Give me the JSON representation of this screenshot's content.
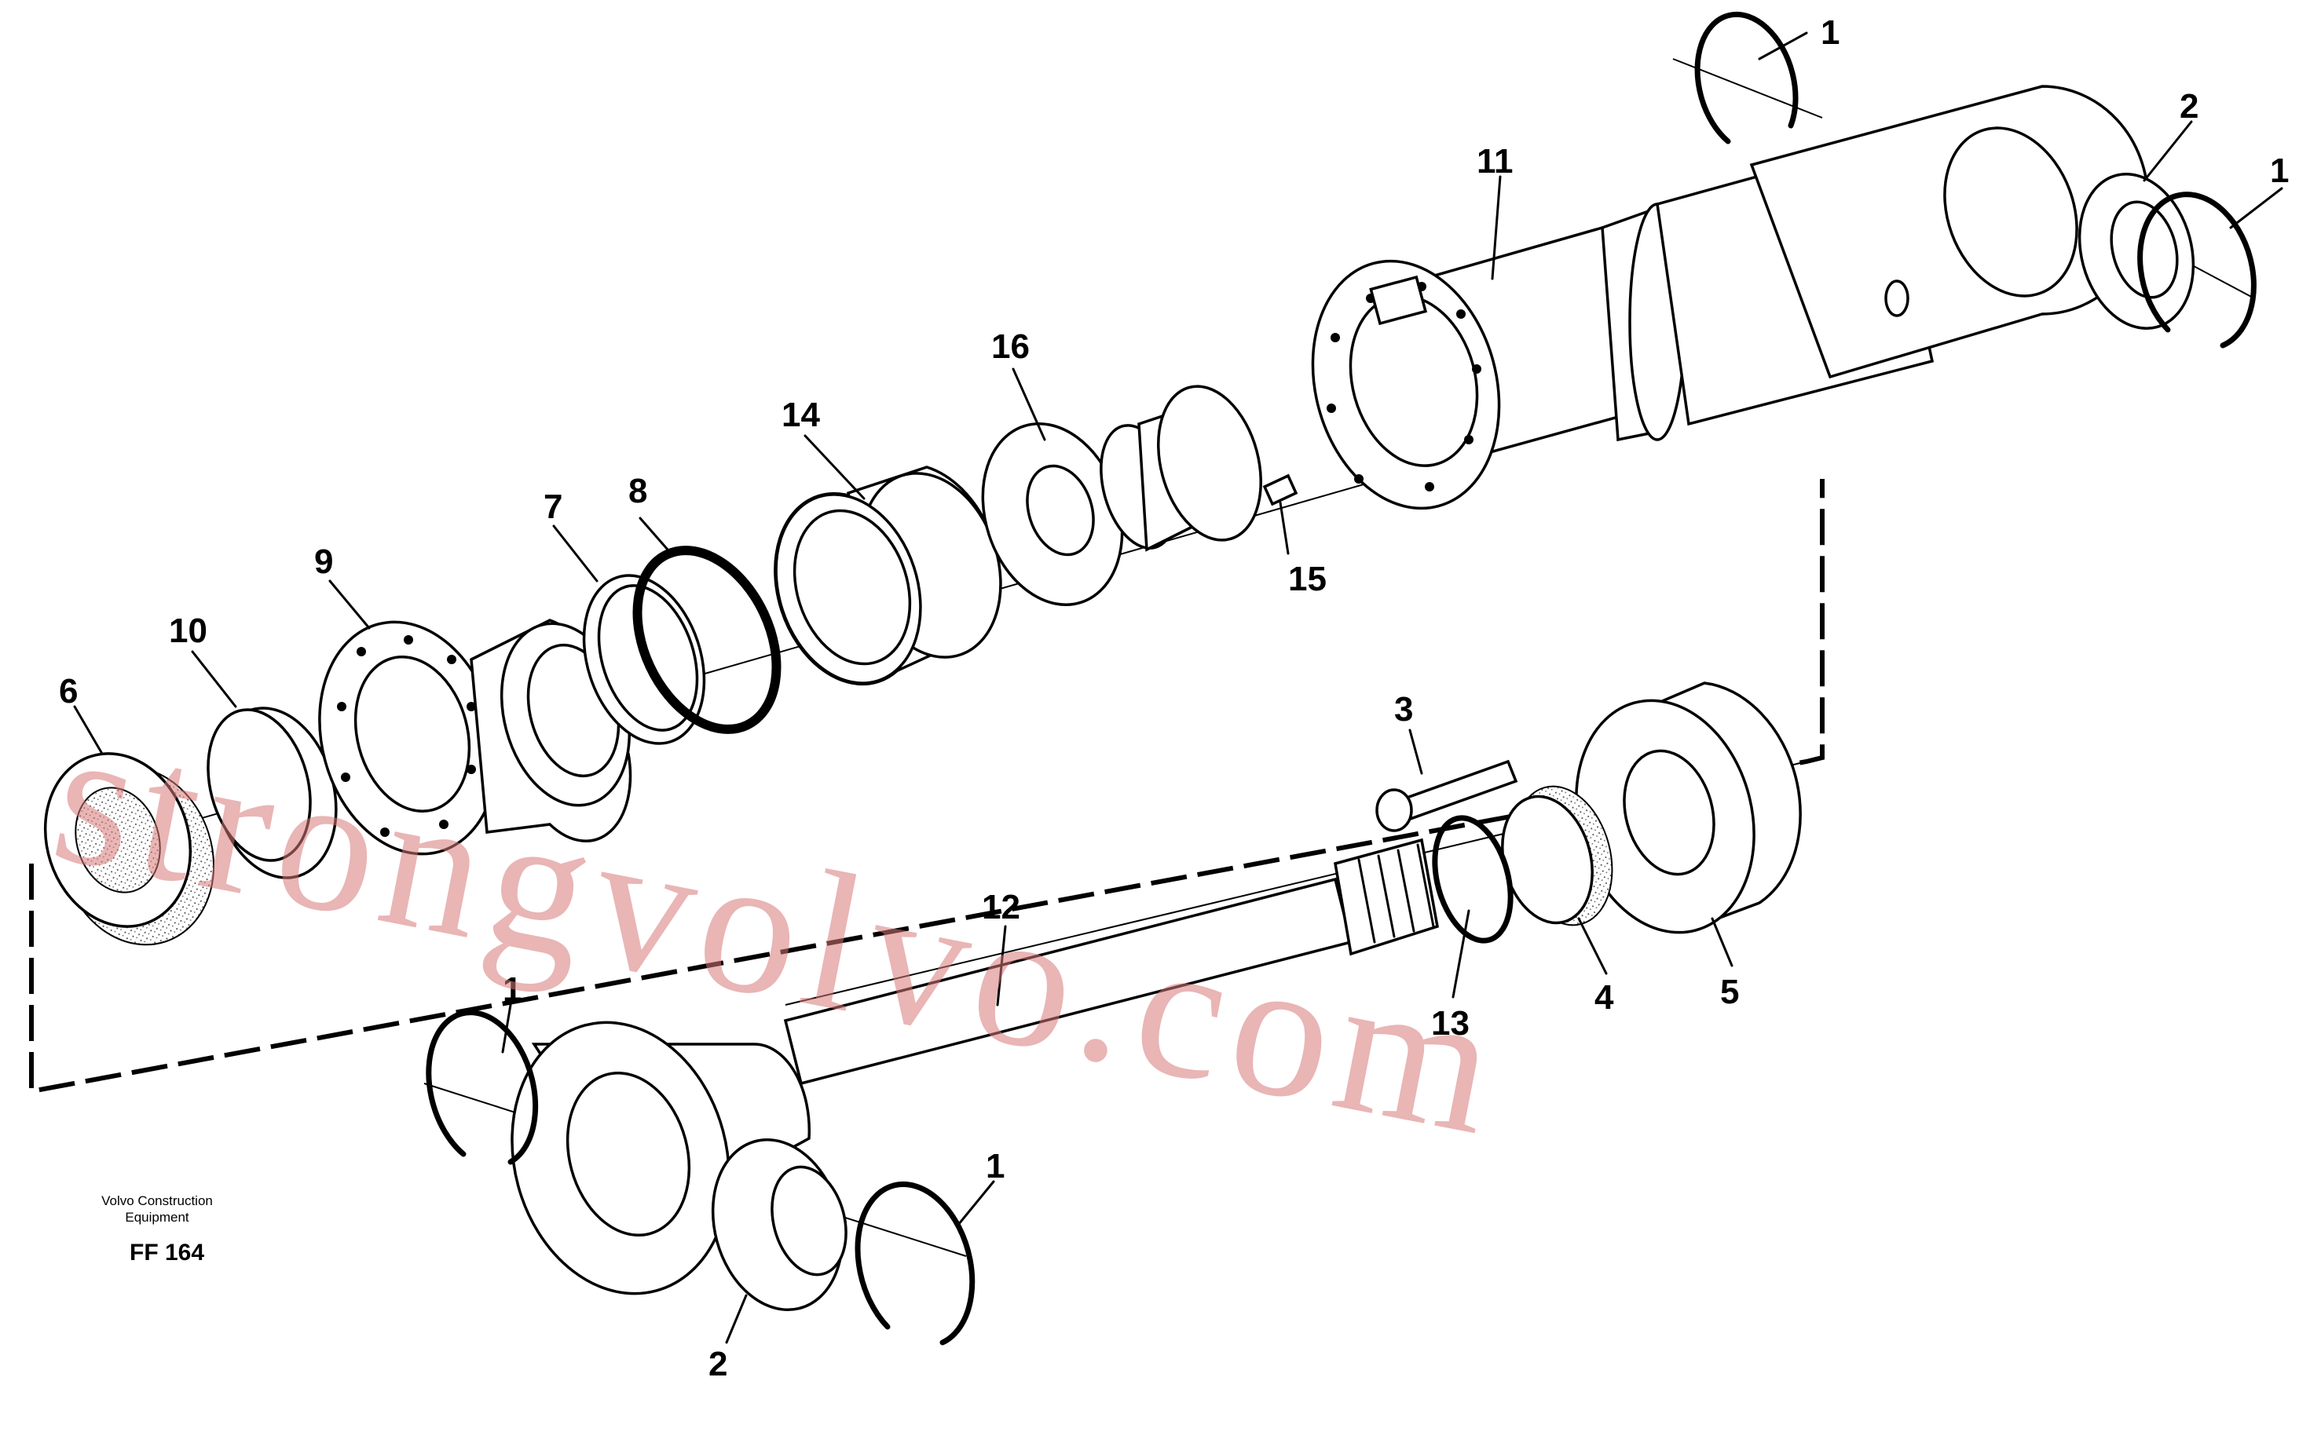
{
  "caption": {
    "line1": "Volvo Construction",
    "line2": "Equipment",
    "code": "FF 164"
  },
  "watermark": "strongvolvo.com",
  "callouts": {
    "c1a": "1",
    "c1b": "1",
    "c1c": "1",
    "c1d": "1",
    "c2a": "2",
    "c2b": "2",
    "c3": "3",
    "c4": "4",
    "c5": "5",
    "c6": "6",
    "c7": "7",
    "c8": "8",
    "c9": "9",
    "c10": "10",
    "c11": "11",
    "c12": "12",
    "c13": "13",
    "c14": "14",
    "c15": "15",
    "c16": "16"
  }
}
